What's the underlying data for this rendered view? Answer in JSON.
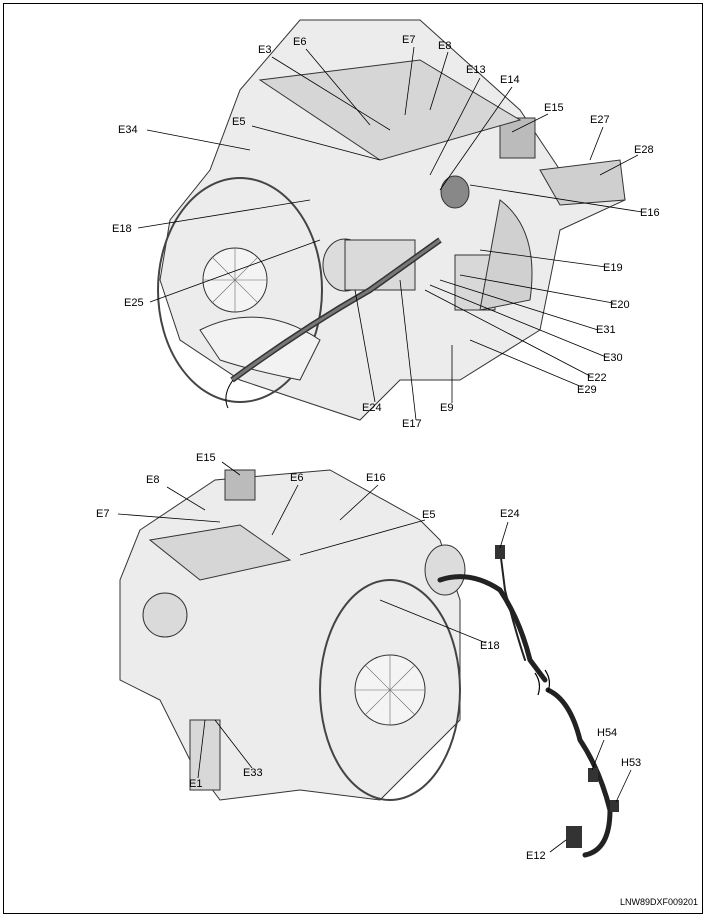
{
  "figure_code": "LNW89DXF009201",
  "top_view": {
    "labels": [
      "E3",
      "E6",
      "E7",
      "E8",
      "E13",
      "E14",
      "E15",
      "E27",
      "E28",
      "E16",
      "E19",
      "E20",
      "E31",
      "E30",
      "E22",
      "E29",
      "E9",
      "E17",
      "E24",
      "E25",
      "E18",
      "E34",
      "E5"
    ]
  },
  "bottom_view": {
    "labels": [
      "E15",
      "E8",
      "E7",
      "E6",
      "E16",
      "E5",
      "E24",
      "E18",
      "E1",
      "E33",
      "H54",
      "H53",
      "E12"
    ]
  }
}
